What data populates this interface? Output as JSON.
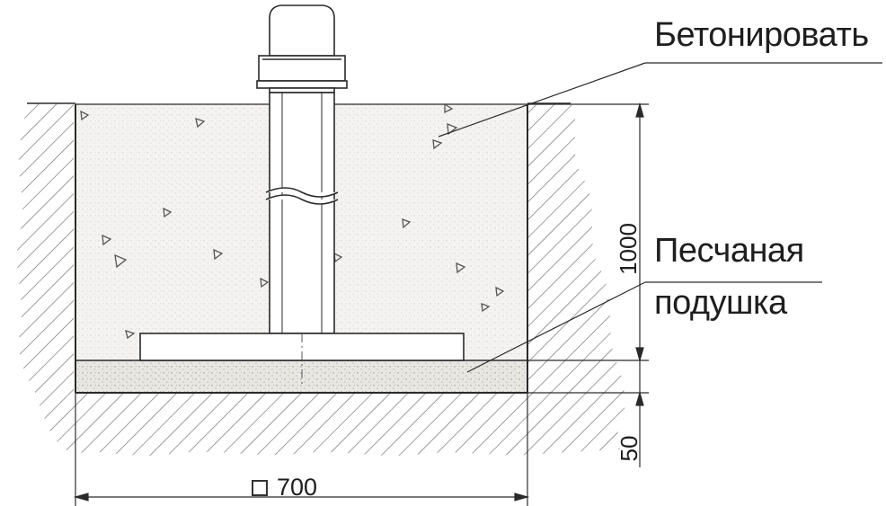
{
  "labels": {
    "concrete": "Бетонировать",
    "sand_cushion_line1": "Песчаная",
    "sand_cushion_line2": "подушка"
  },
  "dimensions": {
    "pit_width": "700",
    "pit_depth": "1000",
    "sand_thickness": "50"
  },
  "colors": {
    "line": "#2a2a2a",
    "hatch": "#6a6a6a",
    "concrete_fill": "#f4f3f1",
    "sand_fill": "#e9e7e2",
    "background": "#ffffff"
  }
}
